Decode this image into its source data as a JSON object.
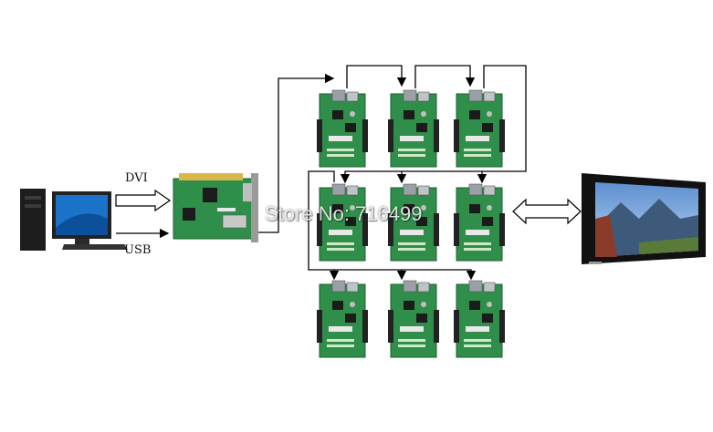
{
  "labels": {
    "dvi": "DVI",
    "usb": "USB"
  },
  "watermark": "Store No: 716499",
  "colors": {
    "board_green": "#2f8f4a",
    "board_dark": "#1f6a35",
    "connector": "#222222",
    "monitor_blue": "#1a73c8",
    "screen_sky": "#7fb3e8"
  },
  "icons": {
    "computer": "computer-icon",
    "sending_card": "sending-card-icon",
    "receiving_card": "receiving-card-icon",
    "led_screen": "led-screen-icon"
  }
}
